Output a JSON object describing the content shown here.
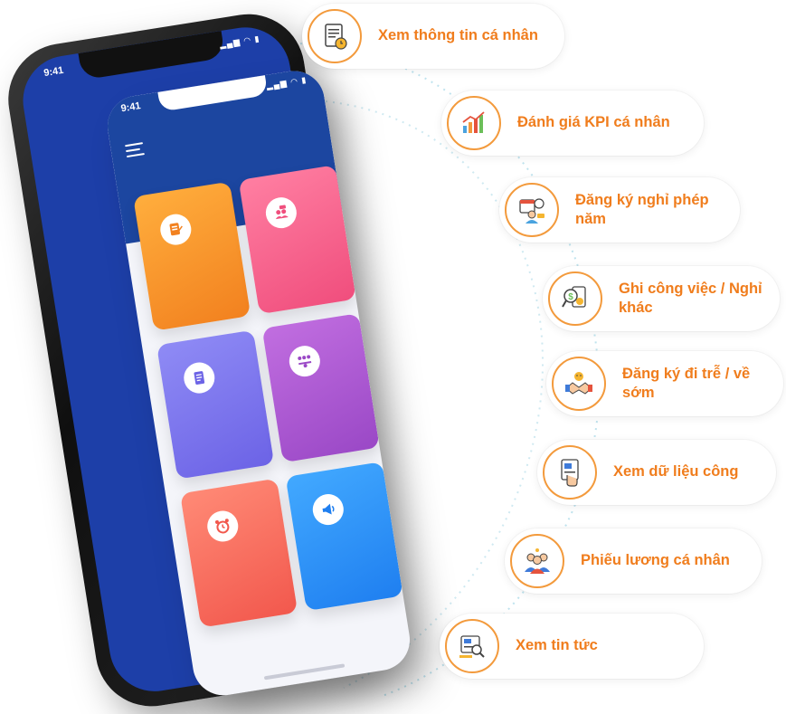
{
  "back_phone": {
    "time": "9:41",
    "status_icons": "▂▄▆ ◠ ▮"
  },
  "front_phone": {
    "time": "9:41",
    "status_icons": "▂▄▆ ◠ ▮",
    "tiles": [
      {
        "name": "tile-orange",
        "icon": "clipboard-pen-icon"
      },
      {
        "name": "tile-pink",
        "icon": "people-chat-icon"
      },
      {
        "name": "tile-violet",
        "icon": "document-icon"
      },
      {
        "name": "tile-purple",
        "icon": "org-chart-icon"
      },
      {
        "name": "tile-red",
        "icon": "alarm-clock-icon"
      },
      {
        "name": "tile-blue",
        "icon": "megaphone-icon"
      }
    ]
  },
  "features": [
    {
      "label": "Xem thông tin cá nhân",
      "icon": "personal-file-icon"
    },
    {
      "label": "Đánh giá KPI cá nhân",
      "icon": "kpi-chart-icon"
    },
    {
      "label": "Đăng ký nghỉ phép năm",
      "icon": "calendar-person-icon"
    },
    {
      "label": "Ghi công việc / Nghỉ khác",
      "icon": "money-search-icon"
    },
    {
      "label": "Đăng ký đi trễ / về sớm",
      "icon": "handshake-icon"
    },
    {
      "label": "Xem dữ liệu công",
      "icon": "touch-document-icon"
    },
    {
      "label": "Phiếu lương cá nhân",
      "icon": "team-icon"
    },
    {
      "label": "Xem tin tức",
      "icon": "news-search-icon"
    }
  ],
  "colors": {
    "accent_orange": "#f07d1d",
    "phone_blue": "#1c46a0"
  }
}
